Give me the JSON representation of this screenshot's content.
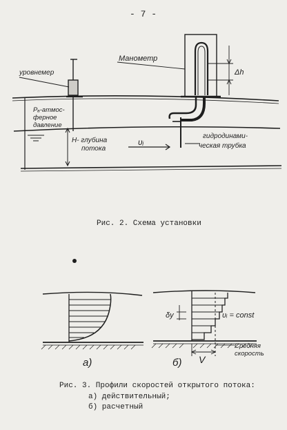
{
  "page_number": "- 7 -",
  "fig2": {
    "caption": "Рис. 2. Схема установки",
    "labels": {
      "level_gauge": "уровнемер",
      "manometer": "Манометр",
      "delta_h": "Δh",
      "atm_line1": "Pₐ-атмос-",
      "atm_line2": "ферное",
      "atm_line3": "давление",
      "depth_line1": "H- глубина",
      "depth_line2": "потока",
      "velocity": "υᵢ",
      "tube_line1": "гидродинами-",
      "tube_line2": "ческая трубка"
    }
  },
  "fig3": {
    "caption": "Рис. 3. Профили скоростей открытого потока:",
    "item_a": "а) действительный;",
    "item_b": "б) расчетный",
    "labels": {
      "a": "а)",
      "b": "б)",
      "V": "V",
      "delta_y": "δy",
      "const": "υᵢ = const",
      "mean_line1": "Средняя",
      "mean_line2": "скорость"
    }
  }
}
